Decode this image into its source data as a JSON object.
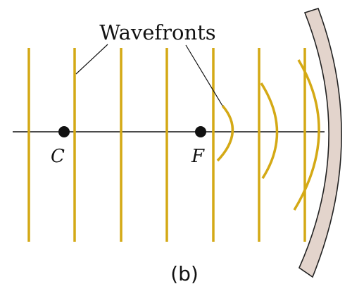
{
  "labels": {
    "wavefronts": "Wavefronts",
    "center": "C",
    "focus": "F",
    "caption": "(b)"
  },
  "colors": {
    "wave": "#d4a915",
    "axis": "#111111",
    "mirror_fill": "#e3d4cc",
    "mirror_stroke": "#222222",
    "point": "#111111"
  }
}
